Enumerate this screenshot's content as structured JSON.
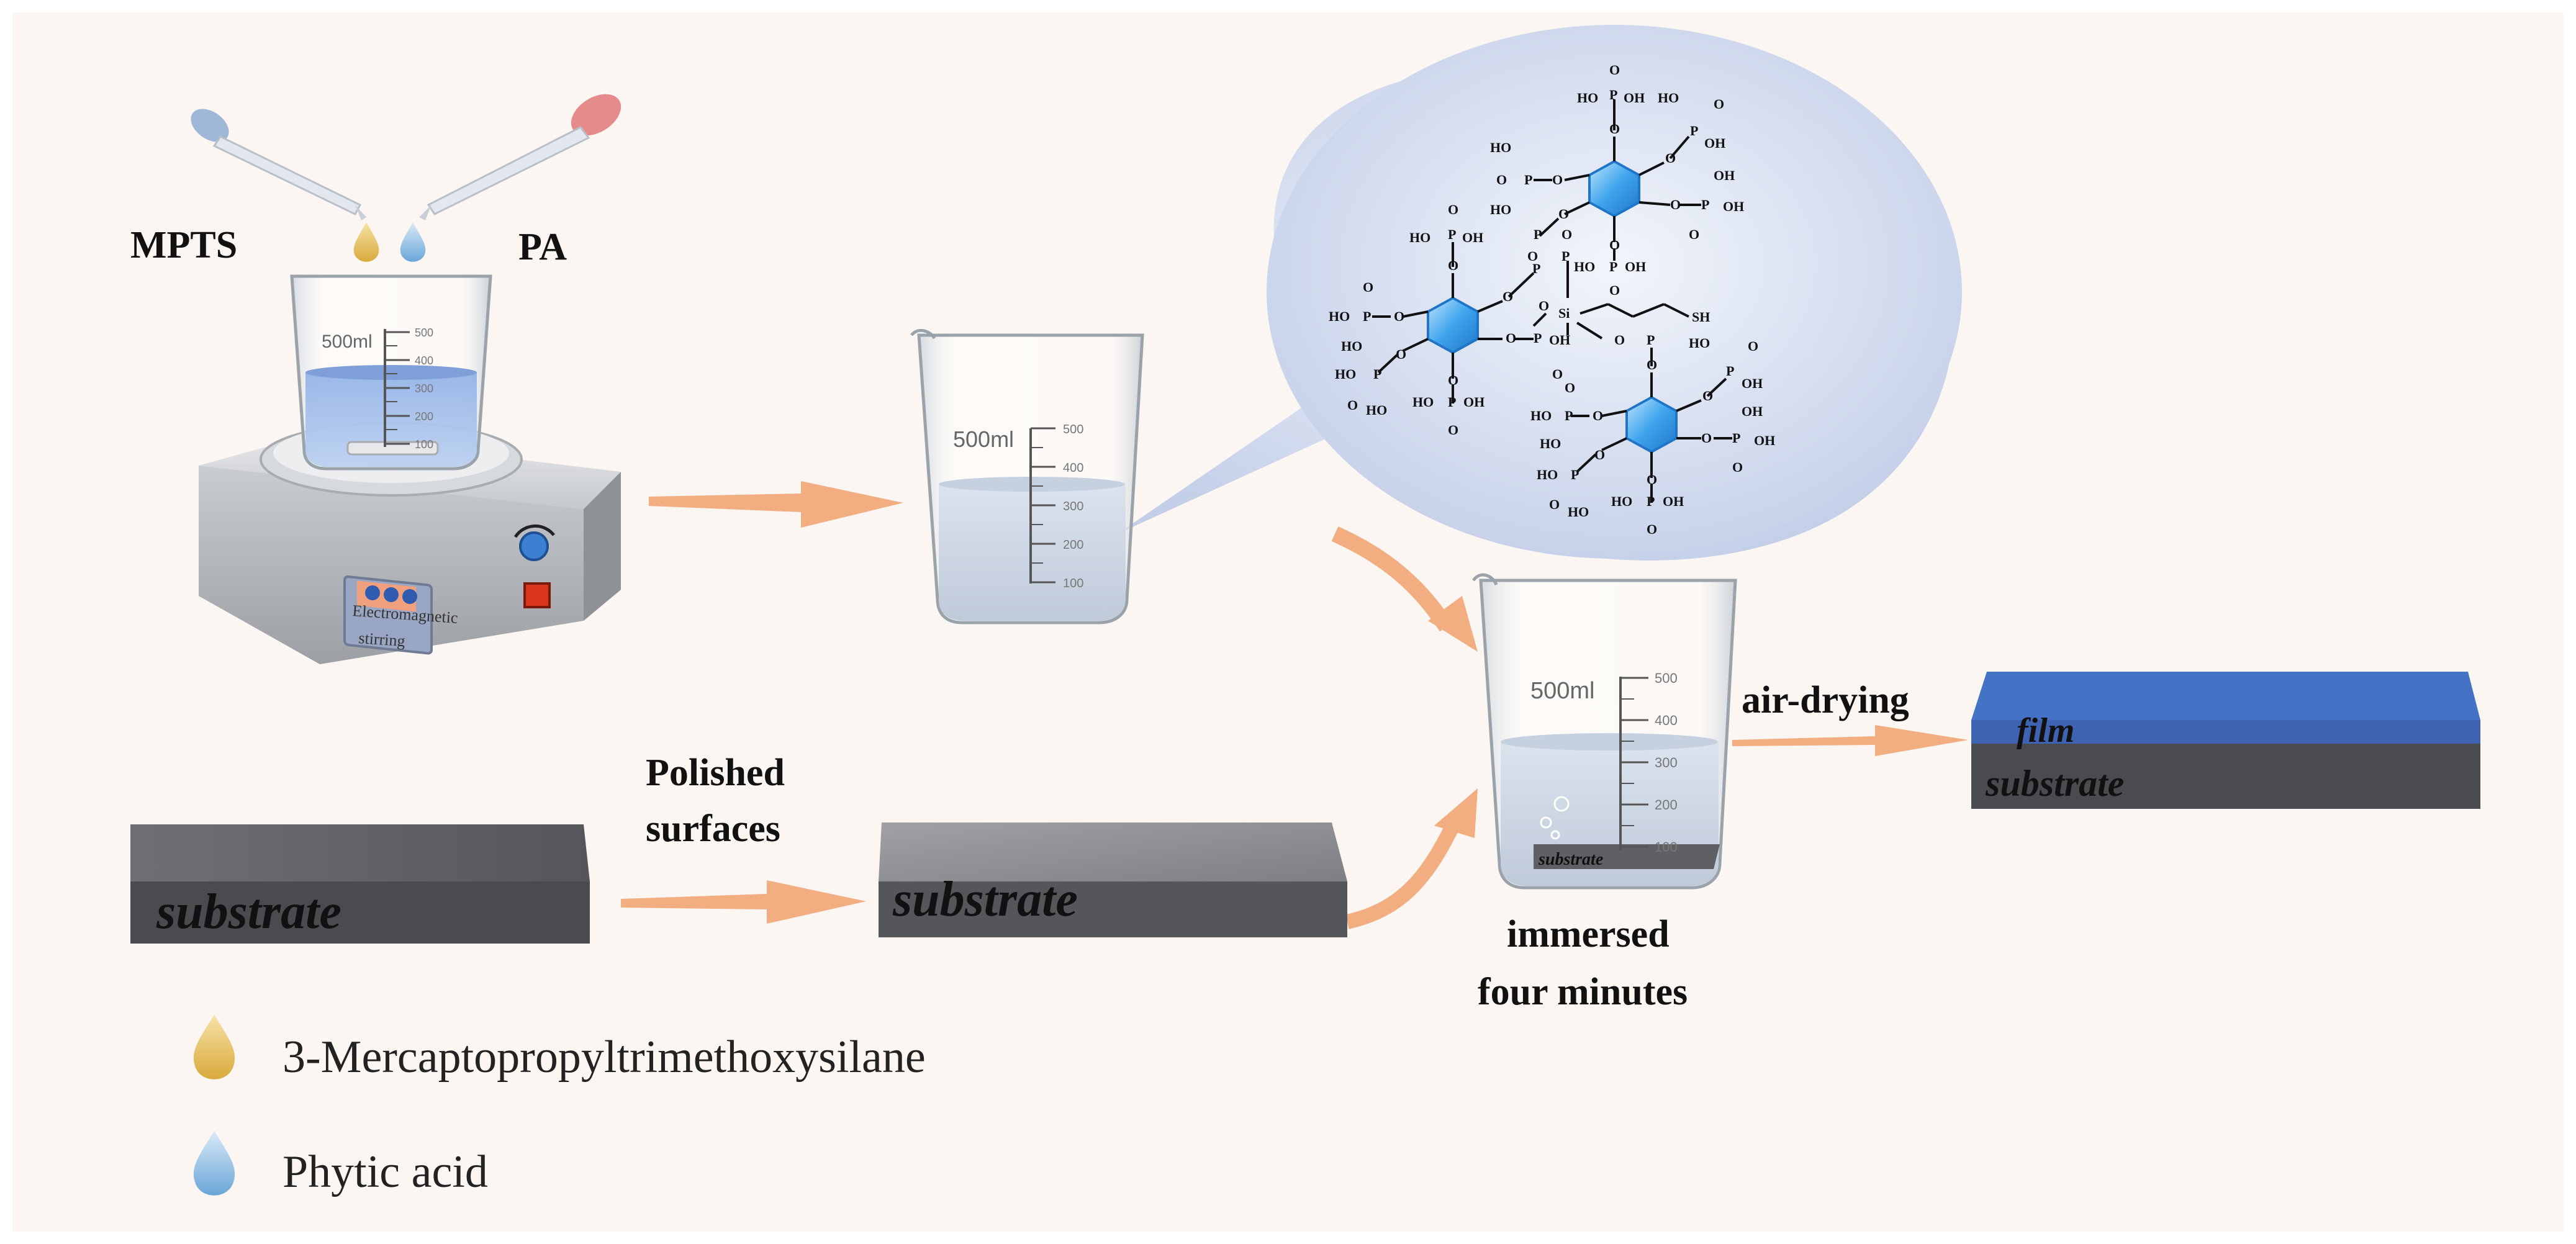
{
  "labels": {
    "mpts": "MPTS",
    "pa": "PA",
    "polished_line1": "Polished",
    "polished_line2": "surfaces",
    "air_drying": "air-drying",
    "immersed_line1": "immersed",
    "immersed_line2": "four minutes",
    "film": "film",
    "substrate": "substrate",
    "stirrer_line1": "Electromagnetic",
    "stirrer_line2": "stirring",
    "volume": "500ml"
  },
  "graduations": [
    "500",
    "400",
    "300",
    "200",
    "100"
  ],
  "legend": [
    {
      "label": "3-Mercaptopropyltrimethoxysilane",
      "color": "#e8c25a"
    },
    {
      "label": "Phytic acid",
      "color": "#7fb6e0"
    }
  ],
  "chem": {
    "hydroxyl": "OH",
    "hydroxyl_left": "HO",
    "oxygen": "O",
    "phosphorus": "P",
    "silicon": "Si",
    "thiol": "SH"
  },
  "colors": {
    "background": "#fbf6f2",
    "arrow": "#f2ad80",
    "liquid": "#a9c5e8",
    "film": "#4472c4",
    "substrate": "#4a4b4f",
    "bubble": "#c8d4ec",
    "ring": "#2f8fe0"
  }
}
